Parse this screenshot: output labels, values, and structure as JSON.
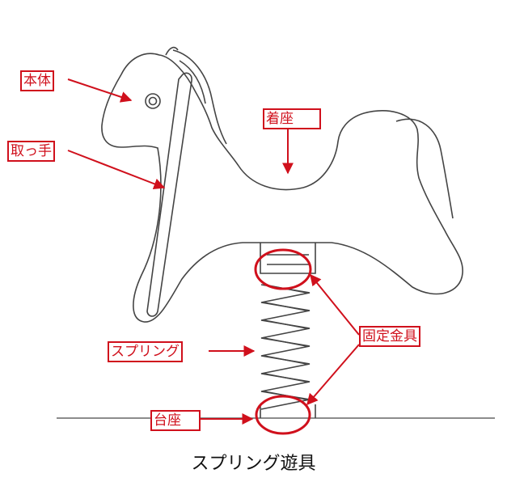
{
  "labels": {
    "body": "本体",
    "handle": "取っ手",
    "seat": "着座",
    "spring": "スプリング",
    "fixture": "固定金具",
    "base": "台座"
  },
  "caption": "スプリング遊具",
  "colors": {
    "annotation": "#d0101c",
    "line_art": "#444444",
    "background": "#ffffff"
  }
}
